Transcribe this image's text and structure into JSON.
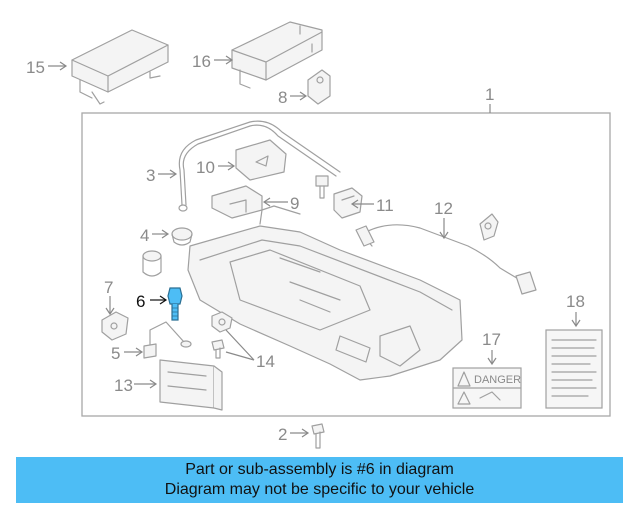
{
  "diagram": {
    "highlight_part": "6",
    "highlight_color": "#4dbdf5",
    "line_color": "#a0a0a0",
    "callouts": [
      {
        "id": "c1",
        "label": "1"
      },
      {
        "id": "c2",
        "label": "2"
      },
      {
        "id": "c3",
        "label": "3"
      },
      {
        "id": "c4",
        "label": "4"
      },
      {
        "id": "c5",
        "label": "5"
      },
      {
        "id": "c6",
        "label": "6"
      },
      {
        "id": "c7",
        "label": "7"
      },
      {
        "id": "c8",
        "label": "8"
      },
      {
        "id": "c9",
        "label": "9"
      },
      {
        "id": "c10",
        "label": "10"
      },
      {
        "id": "c11",
        "label": "11"
      },
      {
        "id": "c12",
        "label": "12"
      },
      {
        "id": "c13",
        "label": "13"
      },
      {
        "id": "c14",
        "label": "14"
      },
      {
        "id": "c15",
        "label": "15"
      },
      {
        "id": "c16",
        "label": "16"
      },
      {
        "id": "c17",
        "label": "17"
      },
      {
        "id": "c18",
        "label": "18"
      }
    ],
    "danger_label_text": "DANGER"
  },
  "banner": {
    "line1": "Part or sub-assembly is #6 in diagram",
    "line2": "Diagram may not be specific to your vehicle",
    "background": "#4dbdf5"
  }
}
